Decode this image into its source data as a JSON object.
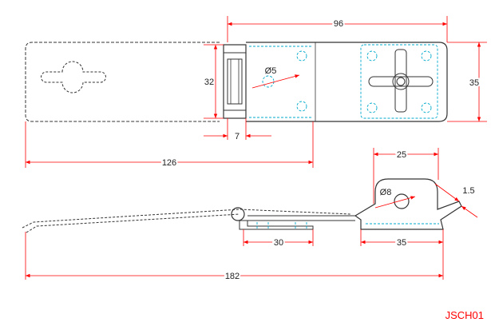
{
  "drawing": {
    "code": "JSCH01",
    "colors": {
      "outline": "#333333",
      "hidden": "#00aacc",
      "dimension": "#ff0000",
      "text": "#222222",
      "code": "#ff0000"
    }
  },
  "dimensions": {
    "top_length": "96",
    "height_right": "35",
    "hinge_height": "32",
    "hole_diameter": "Ø5",
    "hinge_width": "7",
    "hasp_length": "126",
    "staple_width": "25",
    "staple_hole": "Ø8",
    "thickness": "1.5",
    "slot_length": "30",
    "base_length": "35",
    "overall_length": "182"
  }
}
